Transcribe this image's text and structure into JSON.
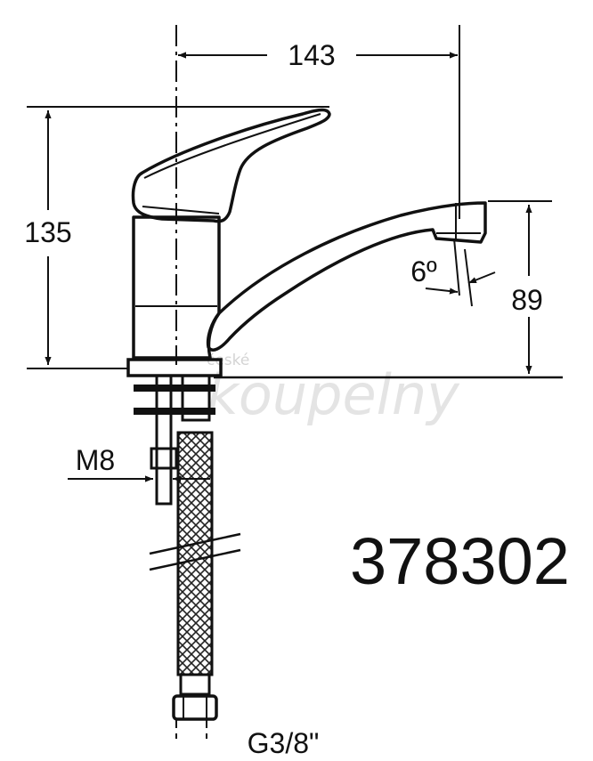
{
  "dimensions": {
    "width_top": "143",
    "height_left": "135",
    "spout_height": "89",
    "spout_angle": "6º",
    "thread_rod": "M8",
    "hose_thread": "G3/8\""
  },
  "product_code": "378302",
  "watermark": {
    "line1": "české",
    "line2": "koupelny"
  }
}
